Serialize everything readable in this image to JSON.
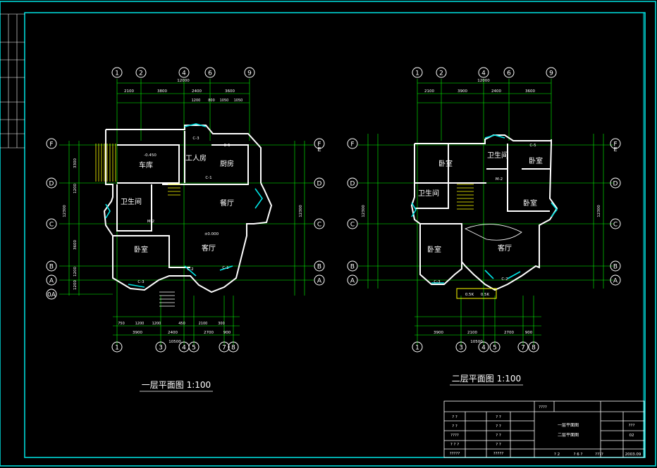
{
  "colors": {
    "background": "#000000",
    "frame": "#00e5e5",
    "wall": "#ffffff",
    "grid": "#00ff00",
    "window": "#00e5e5",
    "text_white": "#ffffff",
    "text_yellow": "#ffff00",
    "stair": "#ffff00",
    "dim": "#00ff00"
  },
  "grid_labels": {
    "top": [
      "1",
      "2",
      "4",
      "6",
      "9"
    ],
    "bottom": [
      "1",
      "3",
      "4",
      "5",
      "7",
      "8"
    ],
    "side": [
      "F",
      "E",
      "D",
      "C",
      "B",
      "A",
      "0A"
    ],
    "side_plan2": [
      "F",
      "E",
      "D",
      "C",
      "B",
      "A"
    ]
  },
  "plan1": {
    "title": "一层平面图",
    "scale": "1:100",
    "total_top": "12000",
    "dims_top": [
      "2100",
      "3800",
      "2400",
      "3600"
    ],
    "dims_top2": [
      "1200",
      "800",
      "1050",
      "1050"
    ],
    "total_bottom": "10500",
    "dims_bottom": [
      "3900",
      "2400",
      "2700",
      "900"
    ],
    "dims_bottom2": [
      "750",
      "1200",
      "1200",
      "450",
      "2100",
      "300"
    ],
    "total_side": "12300",
    "dims_left": [
      "3300",
      "1200",
      "3600",
      "1200",
      "1200"
    ],
    "rooms": [
      "车库",
      "工人房",
      "厨房",
      "卫生间",
      "餐厅",
      "卧室",
      "客厅"
    ],
    "labels": [
      "-0.450",
      "±0.000",
      "C-3",
      "C-5",
      "C-1",
      "M-2",
      "C-2",
      "C-1",
      "C-3"
    ]
  },
  "plan2": {
    "title": "二层平面图",
    "scale": "1:100",
    "total_top": "12000",
    "dims_top": [
      "2100",
      "3900",
      "2400",
      "3600"
    ],
    "total_bottom": "10500",
    "dims_bottom": [
      "3900",
      "2100",
      "2700",
      "900"
    ],
    "total_side": "12300",
    "rooms": [
      "卧室",
      "卫生间",
      "卧室",
      "卫生间",
      "卧室",
      "卧室",
      "客厅"
    ],
    "labels": [
      "C-5",
      "C-3",
      "M-2",
      "C-2",
      "0.5K",
      "0.5K"
    ]
  },
  "titleblock": {
    "header": "????",
    "drawing_name_1": "一层平面图",
    "drawing_name_2": "二层平面图",
    "sheet_no": "02",
    "code": "???",
    "date": "2003.09",
    "row_marks": [
      "? ?",
      "? ?",
      "????",
      "? ? ?",
      "?????"
    ],
    "mid_marks": [
      "? ?",
      "? ?",
      "? ?",
      "? ?",
      "?????"
    ],
    "bottom_marks": [
      "? 2",
      "? 6 ?",
      "????"
    ]
  }
}
